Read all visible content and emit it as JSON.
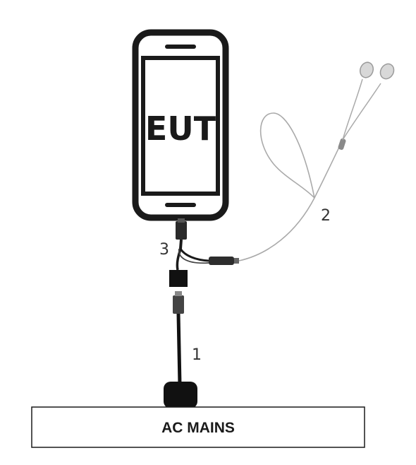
{
  "device": {
    "label": "EUT"
  },
  "power": {
    "label": "AC MAINS"
  },
  "cables": [
    {
      "number": "1"
    },
    {
      "number": "2"
    },
    {
      "number": "3"
    }
  ]
}
